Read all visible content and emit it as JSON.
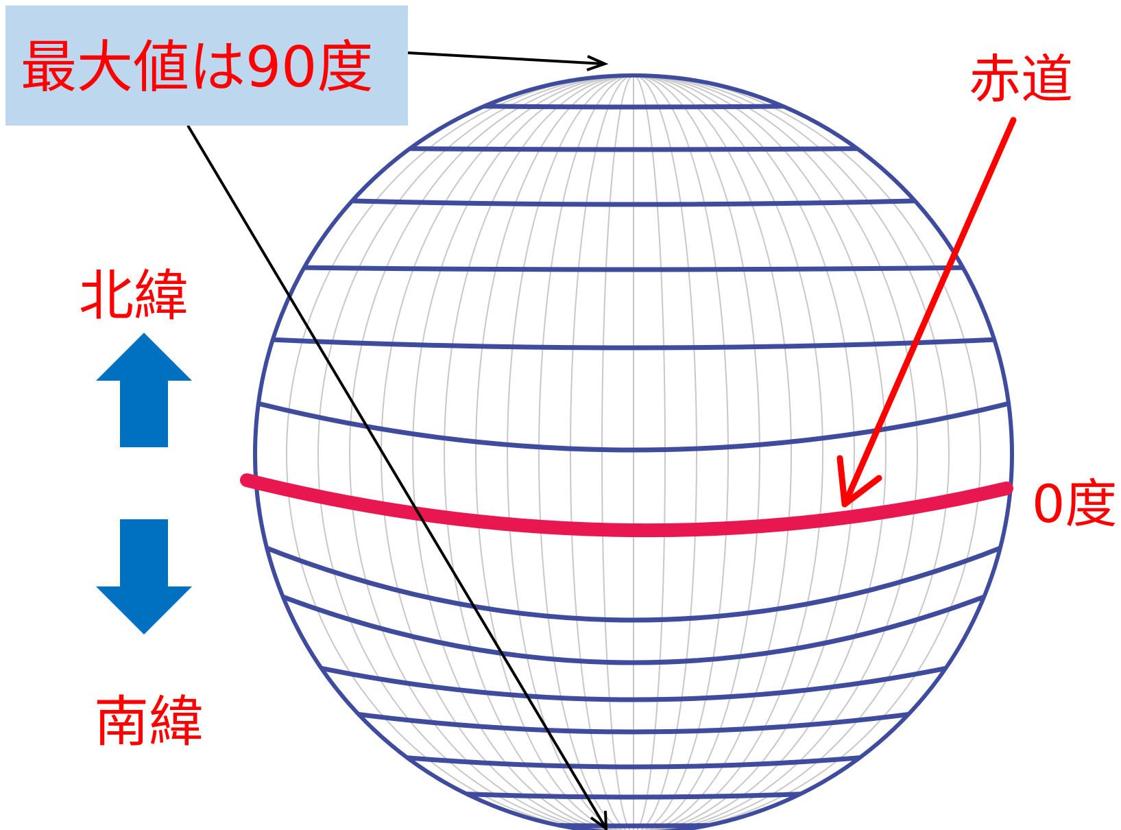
{
  "labels": {
    "max_value": "最大値は90度",
    "equator": "赤道",
    "zero_degrees": "0度",
    "north_latitude": "北緯",
    "south_latitude": "南緯"
  },
  "colors": {
    "label_text": "#ff0000",
    "max_box_bg": "#bdd7ee",
    "latitude_lines": "#3f4b9c",
    "meridian_lines": "#c8c8c8",
    "equator_line": "#e8174f",
    "equator_pointer_arrow": "#ff0000",
    "direction_arrows": "#0070c0",
    "axis_and_pointer": "#000000"
  },
  "icons": {
    "north_arrow": "arrow-up-icon",
    "south_arrow": "arrow-down-icon"
  }
}
